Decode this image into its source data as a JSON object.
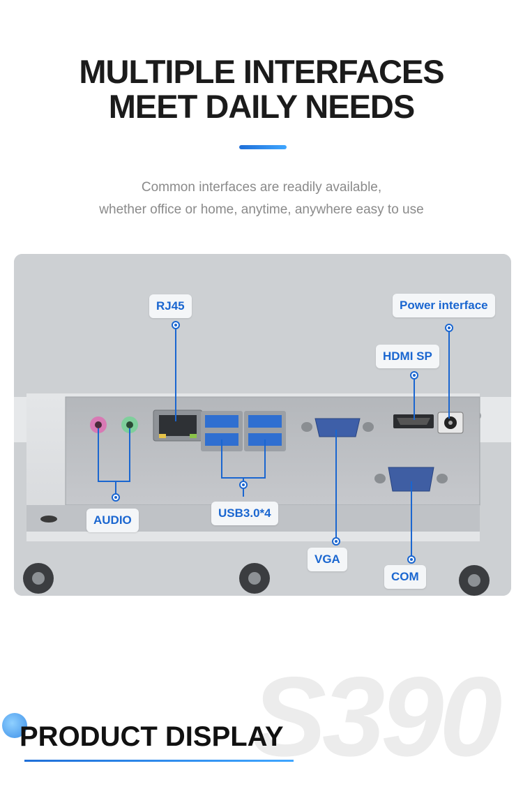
{
  "header": {
    "line1": "MULTIPLE INTERFACES",
    "line2": "MEET DAILY NEEDS",
    "subtitle1": "Common interfaces are readily available,",
    "subtitle2": "whether office or home, anytime, anywhere easy to use"
  },
  "callouts": {
    "rj45": "RJ45",
    "power": "Power interface",
    "hdmi": "HDMI SP",
    "audio": "AUDIO",
    "usb": "USB3.0*4",
    "vga": "VGA",
    "com": "COM"
  },
  "footer": {
    "watermark": "S390",
    "title": "PRODUCT DISPLAY"
  },
  "colors": {
    "accent": "#1a66d0",
    "text_dark": "#1b1b1b",
    "text_gray": "#8a8a8a"
  }
}
